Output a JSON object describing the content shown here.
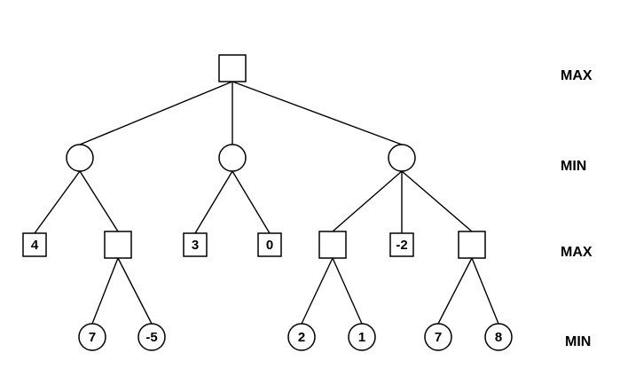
{
  "levels": [
    "MAX",
    "MIN",
    "MAX",
    "MIN"
  ],
  "tree": {
    "nodes": [
      {
        "id": "root",
        "shape": "square",
        "value": ""
      },
      {
        "id": "min-left",
        "shape": "circle",
        "value": ""
      },
      {
        "id": "min-middle",
        "shape": "circle",
        "value": ""
      },
      {
        "id": "min-right",
        "shape": "circle",
        "value": ""
      },
      {
        "id": "leaf-4",
        "shape": "square",
        "value": "4"
      },
      {
        "id": "max-a",
        "shape": "square",
        "value": ""
      },
      {
        "id": "leaf-3",
        "shape": "square",
        "value": "3"
      },
      {
        "id": "leaf-0",
        "shape": "square",
        "value": "0"
      },
      {
        "id": "max-b",
        "shape": "square",
        "value": ""
      },
      {
        "id": "leaf-neg2",
        "shape": "square",
        "value": "-2"
      },
      {
        "id": "max-c",
        "shape": "square",
        "value": ""
      },
      {
        "id": "leaf-7a",
        "shape": "circle",
        "value": "7"
      },
      {
        "id": "leaf-neg5",
        "shape": "circle",
        "value": "-5"
      },
      {
        "id": "leaf-2",
        "shape": "circle",
        "value": "2"
      },
      {
        "id": "leaf-1",
        "shape": "circle",
        "value": "1"
      },
      {
        "id": "leaf-7b",
        "shape": "circle",
        "value": "7"
      },
      {
        "id": "leaf-8",
        "shape": "circle",
        "value": "8"
      }
    ],
    "edges": [
      [
        "root",
        "min-left"
      ],
      [
        "root",
        "min-middle"
      ],
      [
        "root",
        "min-right"
      ],
      [
        "min-left",
        "leaf-4"
      ],
      [
        "min-left",
        "max-a"
      ],
      [
        "min-middle",
        "leaf-3"
      ],
      [
        "min-middle",
        "leaf-0"
      ],
      [
        "min-right",
        "max-b"
      ],
      [
        "min-right",
        "leaf-neg2"
      ],
      [
        "min-right",
        "max-c"
      ],
      [
        "max-a",
        "leaf-7a"
      ],
      [
        "max-a",
        "leaf-neg5"
      ],
      [
        "max-b",
        "leaf-2"
      ],
      [
        "max-b",
        "leaf-1"
      ],
      [
        "max-c",
        "leaf-7b"
      ],
      [
        "max-c",
        "leaf-8"
      ]
    ]
  }
}
